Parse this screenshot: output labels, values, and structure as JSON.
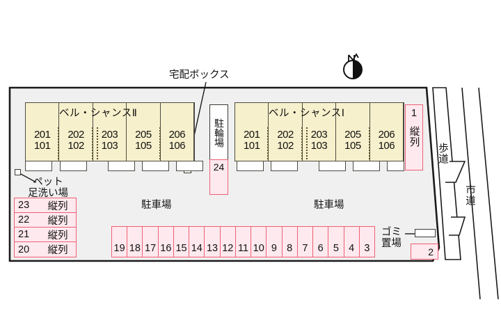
{
  "colors": {
    "building_fill": "#F7F0CC",
    "building_stroke": "#4A4A42",
    "stall_fill": "#FDE9EE",
    "stall_stroke": "#EF5F74",
    "site_fill": "#F0F0F0",
    "site_stroke": "#1A1A1A",
    "road_fill": "#FFFFFF"
  },
  "annotations": {
    "delivery_box": "宅配ボックス",
    "pet_wash_line1": "ペット",
    "pet_wash_line2": "足洗い場",
    "garbage_line1": "ゴミ",
    "garbage_line2": "置場",
    "sidewalk": "歩道",
    "city_road": "市道",
    "parking_left": "駐車場",
    "parking_right": "駐車場",
    "bicycle_parking": "駐輪場",
    "compass_north": "N"
  },
  "buildings": [
    {
      "name": "ベル・シャンスⅡ",
      "units": [
        {
          "upper": "201",
          "lower": "101"
        },
        {
          "upper": "202",
          "lower": "102"
        },
        {
          "upper": "203",
          "lower": "103"
        },
        {
          "upper": "205",
          "lower": "105"
        },
        {
          "upper": "206",
          "lower": "106"
        }
      ]
    },
    {
      "name": "ベル・シャンスⅠ",
      "units": [
        {
          "upper": "201",
          "lower": "101"
        },
        {
          "upper": "202",
          "lower": "102"
        },
        {
          "upper": "203",
          "lower": "103"
        },
        {
          "upper": "205",
          "lower": "105"
        },
        {
          "upper": "206",
          "lower": "106"
        }
      ]
    }
  ],
  "parking": {
    "tandem_label": "縦列",
    "left_list": [
      {
        "number": "23",
        "type": "縦列"
      },
      {
        "number": "22",
        "type": "縦列"
      },
      {
        "number": "21",
        "type": "縦列"
      },
      {
        "number": "20",
        "type": "縦列"
      }
    ],
    "bottom_row": [
      "19",
      "18",
      "17",
      "16",
      "15",
      "14",
      "13",
      "12",
      "11",
      "10",
      "9",
      "8",
      "7",
      "6",
      "5",
      "4",
      "3"
    ],
    "stall_1": {
      "number": "1",
      "type": "縦列"
    },
    "stall_2": {
      "number": "2"
    },
    "stall_24": {
      "number": "24"
    }
  }
}
